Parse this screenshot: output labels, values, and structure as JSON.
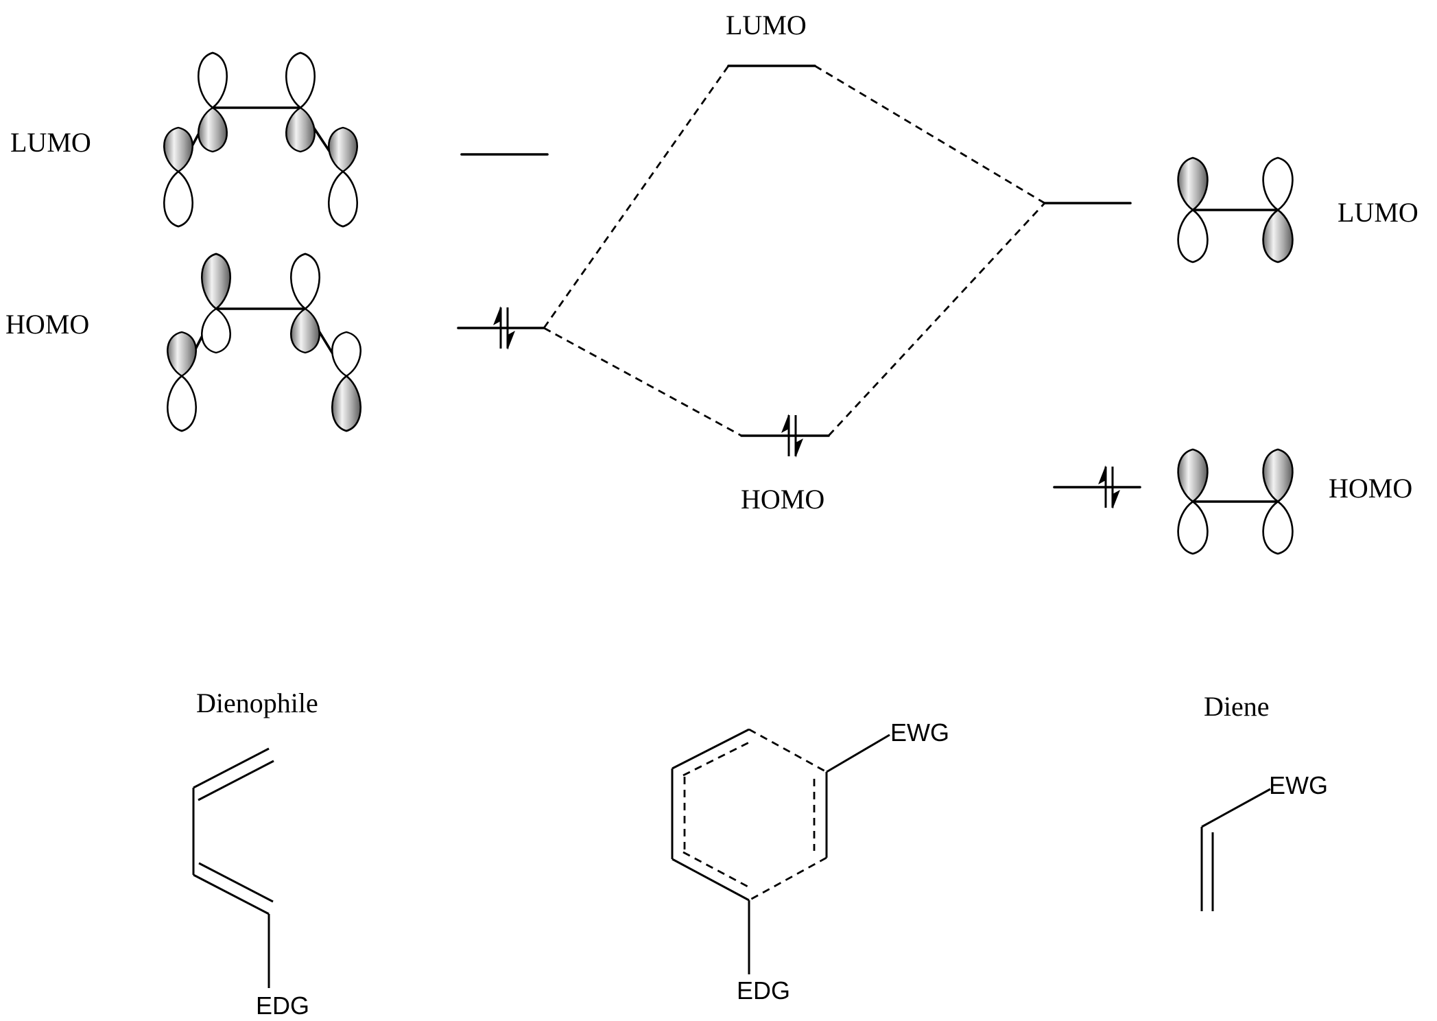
{
  "labels": {
    "left_lumo": "LUMO",
    "left_homo": "HOMO",
    "center_lumo": "LUMO",
    "center_homo": "HOMO",
    "right_lumo": "LUMO",
    "right_homo": "HOMO",
    "dienophile": "Dienophile",
    "diene": "Diene",
    "edg_left": "EDG",
    "ewg_center": "EWG",
    "edg_center": "EDG",
    "ewg_right": "EWG"
  },
  "colors": {
    "line": "#000000",
    "lobe_shaded": "#9a9a9a",
    "lobe_light": "#ffffff"
  },
  "icons": {
    "electron_pair": "up-down-half-arrow-pair",
    "shaded_lobe": "shaded-p-orbital-lobe",
    "open_lobe": "unshaded-p-orbital-lobe"
  }
}
